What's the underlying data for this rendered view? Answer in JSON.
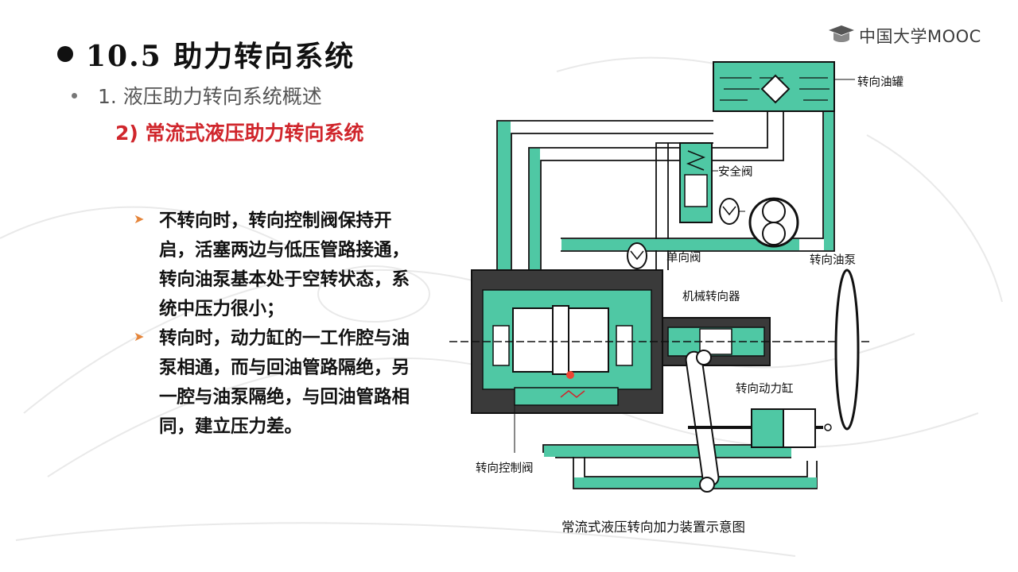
{
  "logo": {
    "text": "中国大学MOOC",
    "icon": "mooc-cap-icon"
  },
  "title": {
    "number": "10.5",
    "text": "助力转向系统"
  },
  "subtitle": {
    "text": "1. 液压助力转向系统概述"
  },
  "section": {
    "text": "2) 常流式液压助力转向系统"
  },
  "bullets": [
    {
      "text": "不转向时，转向控制阀保持开启，活塞两边与低压管路接通，转向油泵基本处于空转状态，系统中压力很小；"
    },
    {
      "text": "转向时，动力缸的一工作腔与油泵相通，而与回油管路隔绝，另一腔与油泵隔绝，与回油管路相同，建立压力差。"
    }
  ],
  "diagram": {
    "labels": {
      "tank": "转向油罐",
      "relief_valve": "安全阀",
      "check_valve": "单向阀",
      "pump": "转向油泵",
      "steering_gear": "机械转向器",
      "power_cylinder": "转向动力缸",
      "control_valve": "转向控制阀"
    },
    "caption": "常流式液压转向加力装置示意图"
  },
  "colors": {
    "accent_red": "#d0262c",
    "bullet_arrow": "#e5853a",
    "fluid": "#4fc8a4"
  }
}
